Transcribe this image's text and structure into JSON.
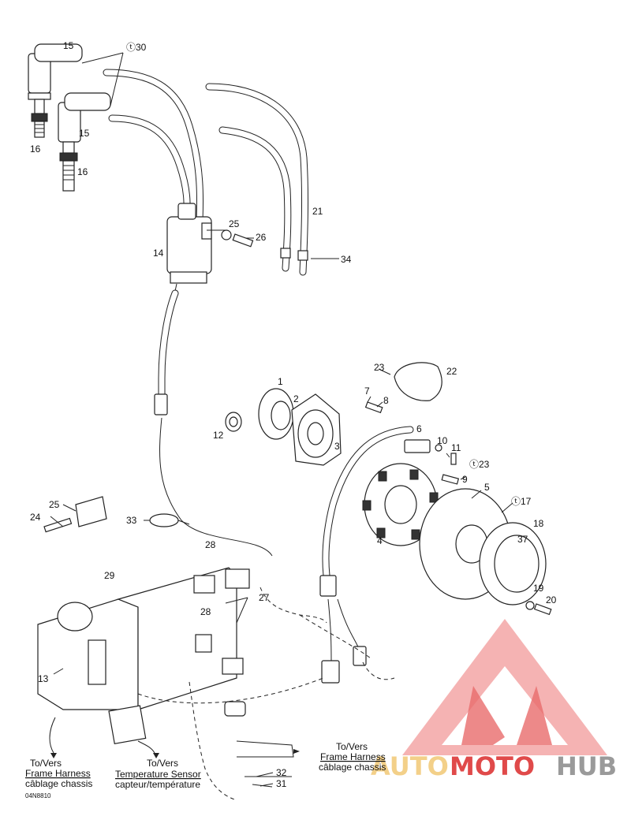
{
  "callouts": {
    "p1": "1",
    "p2": "2",
    "p3": "3",
    "p4": "4",
    "p5": "5",
    "p6": "6",
    "p7": "7",
    "p8": "8",
    "p9": "9",
    "p10": "10",
    "p11": "11",
    "p12": "12",
    "p13": "13",
    "p14": "14",
    "p15a": "15",
    "p15b": "15",
    "p16a": "16",
    "p16b": "16",
    "p17": "17",
    "p18": "18",
    "p19": "19",
    "p20": "20",
    "p21": "21",
    "p22": "22",
    "p23a": "23",
    "p23b": "23",
    "p24": "24",
    "p25a": "25",
    "p25b": "25",
    "p26": "26",
    "p27": "27",
    "p28a": "28",
    "p28b": "28",
    "p29": "29",
    "p30": "30",
    "p31": "31",
    "p32": "32",
    "p33": "33",
    "p34": "34",
    "p37": "37"
  },
  "captions": {
    "frame_left_to": "To/Vers",
    "frame_left_en": "Frame Harness",
    "frame_left_fr": "câblage chassis",
    "temp_to": "To/Vers",
    "temp_en": "Temperature Sensor",
    "temp_fr": "capteur/température",
    "frame_right_to": "To/Vers",
    "frame_right_en": "Frame Harness",
    "frame_right_fr": "câblage chassis",
    "drawing_code": "04N8810"
  },
  "watermark": {
    "part1": "AUTO",
    "part2": "MOTO",
    "part3": "HUB",
    "color_light": "#f3d089",
    "color_red": "#e04a4a",
    "color_gray": "#9a9a9a"
  }
}
